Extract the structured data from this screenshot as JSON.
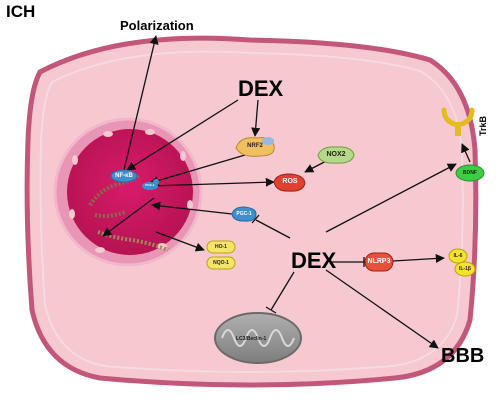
{
  "title": "ICH",
  "labels": {
    "polarization": "Polarization",
    "dex_top": "DEX",
    "dex_main": "DEX",
    "bbb": "BBB",
    "trkb": "TrkB",
    "nfkb": "NF-κB",
    "nrf2": "NRF2",
    "nox2": "NOX2",
    "ros": "ROS",
    "pgc1_nuc": "PGC-1",
    "pgc1": "PGC-1",
    "bdnf": "BDNF",
    "nlrp3": "NLRP3",
    "il6": "IL-6",
    "il1b": "IL-1β",
    "ho1": "HO-1",
    "nqo1": "NQO-1",
    "lc3": "LC3/Beclin-1"
  },
  "colors": {
    "cell_fill": "#f6c8cf",
    "cell_border": "#b0426a",
    "nucleus": "#c2185b",
    "nrf2": "#f0c060",
    "nox2": "#b5d98a",
    "ros": "#e0412f",
    "pgc1": "#3f8fcf",
    "bdnf": "#3fcc45",
    "nlrp3": "#e8503a",
    "cytokine": "#f5e32a",
    "ho1": "#f5e36a",
    "mito": "#9a9a9a",
    "trkb": "#f2d23a"
  }
}
